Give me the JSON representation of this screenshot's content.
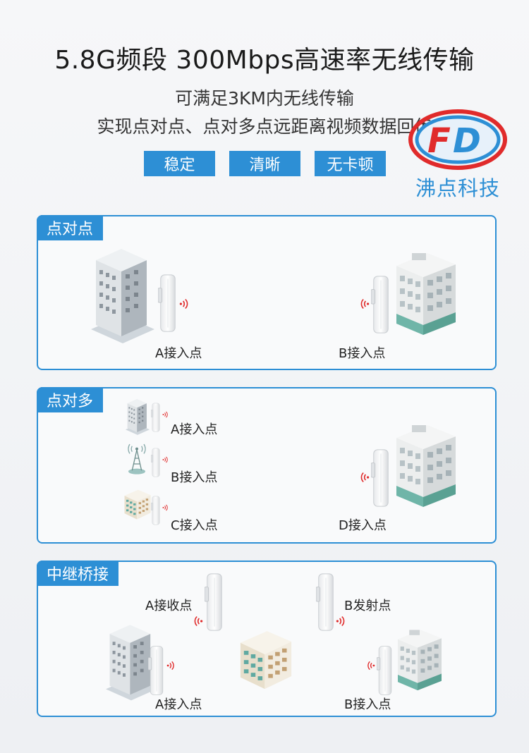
{
  "header": {
    "title": "5.8G频段 300Mbps高速率无线传输",
    "line1": "可满足3KM内无线传输",
    "line2": "实现点对点、点对多点远距离视频数据回传"
  },
  "tags": [
    "稳定",
    "清晰",
    "无卡顿"
  ],
  "logo": {
    "text": "沸点科技",
    "primary_color": "#2d8fd5",
    "accent_color": "#e02b2b"
  },
  "panels": {
    "p2p": {
      "title": "点对点",
      "a_label": "A接入点",
      "b_label": "B接入点"
    },
    "p2mp": {
      "title": "点对多",
      "a_label": "A接入点",
      "b_label": "B接入点",
      "c_label": "C接入点",
      "d_label": "D接入点"
    },
    "relay": {
      "title": "中继桥接",
      "recv_label": "A接收点",
      "send_label": "B发射点",
      "a_label": "A接入点",
      "b_label": "B接入点"
    }
  }
}
